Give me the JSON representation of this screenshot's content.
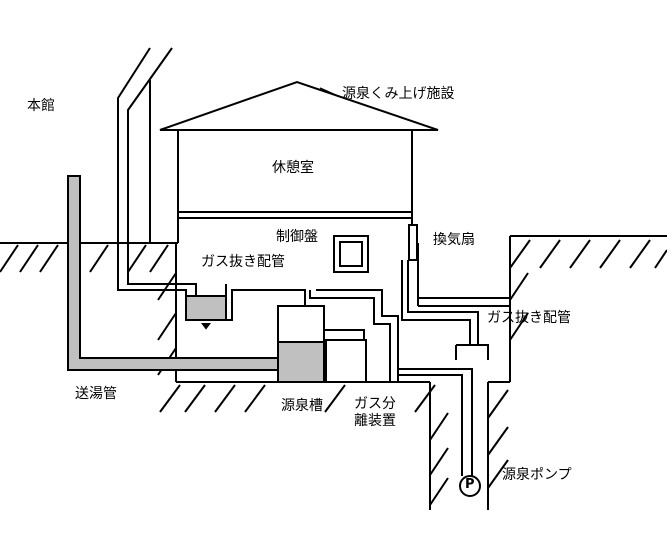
{
  "labels": {
    "honkan": "本館",
    "facility": "源泉くみ上げ施設",
    "kyukeishitsu": "休憩室",
    "seigyoban": "制御盤",
    "gas_pipe_inside": "ガス抜き配管",
    "kankisen": "換気扇",
    "gas_pipe_right": "ガス抜き配管",
    "sotoyukan": "送湯管",
    "gensenso": "源泉槽",
    "gas_separator_1": "ガス分",
    "gas_separator_2": "離装置",
    "pump": "源泉ポンプ",
    "pump_symbol": "P"
  },
  "colors": {
    "line": "#000000",
    "pipe_fill": "#c0c0c0",
    "background": "#ffffff"
  }
}
